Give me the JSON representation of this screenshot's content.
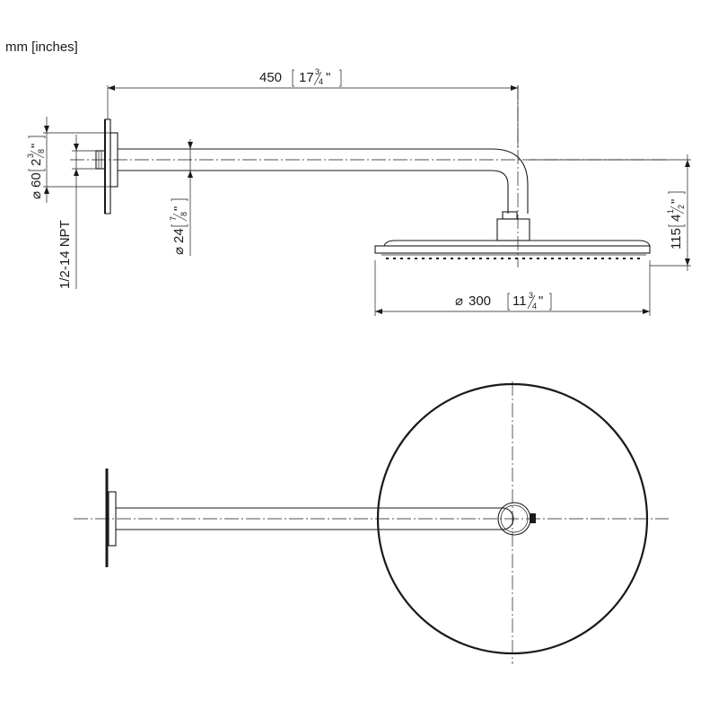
{
  "units": "mm [inches]",
  "dimensions": {
    "arm_length": {
      "mm": "450",
      "whole": "17",
      "num": "3",
      "den": "4",
      "inch_mark": "\""
    },
    "flange_diameter": {
      "prefix": "⌀",
      "mm": "60",
      "whole": "2",
      "num": "3",
      "den": "8",
      "inch_mark": "\""
    },
    "pipe_diameter": {
      "prefix": "⌀",
      "mm": "24",
      "whole": "",
      "num": "7",
      "den": "8",
      "inch_mark": "\""
    },
    "thread": {
      "text": "1/2-14 NPT"
    },
    "drop_height": {
      "mm": "115",
      "whole": "4",
      "num": "1",
      "den": "2",
      "inch_mark": "\""
    },
    "head_diameter": {
      "prefix": "⌀",
      "mm": "300",
      "whole": "11",
      "num": "3",
      "den": "4",
      "inch_mark": "\""
    }
  }
}
